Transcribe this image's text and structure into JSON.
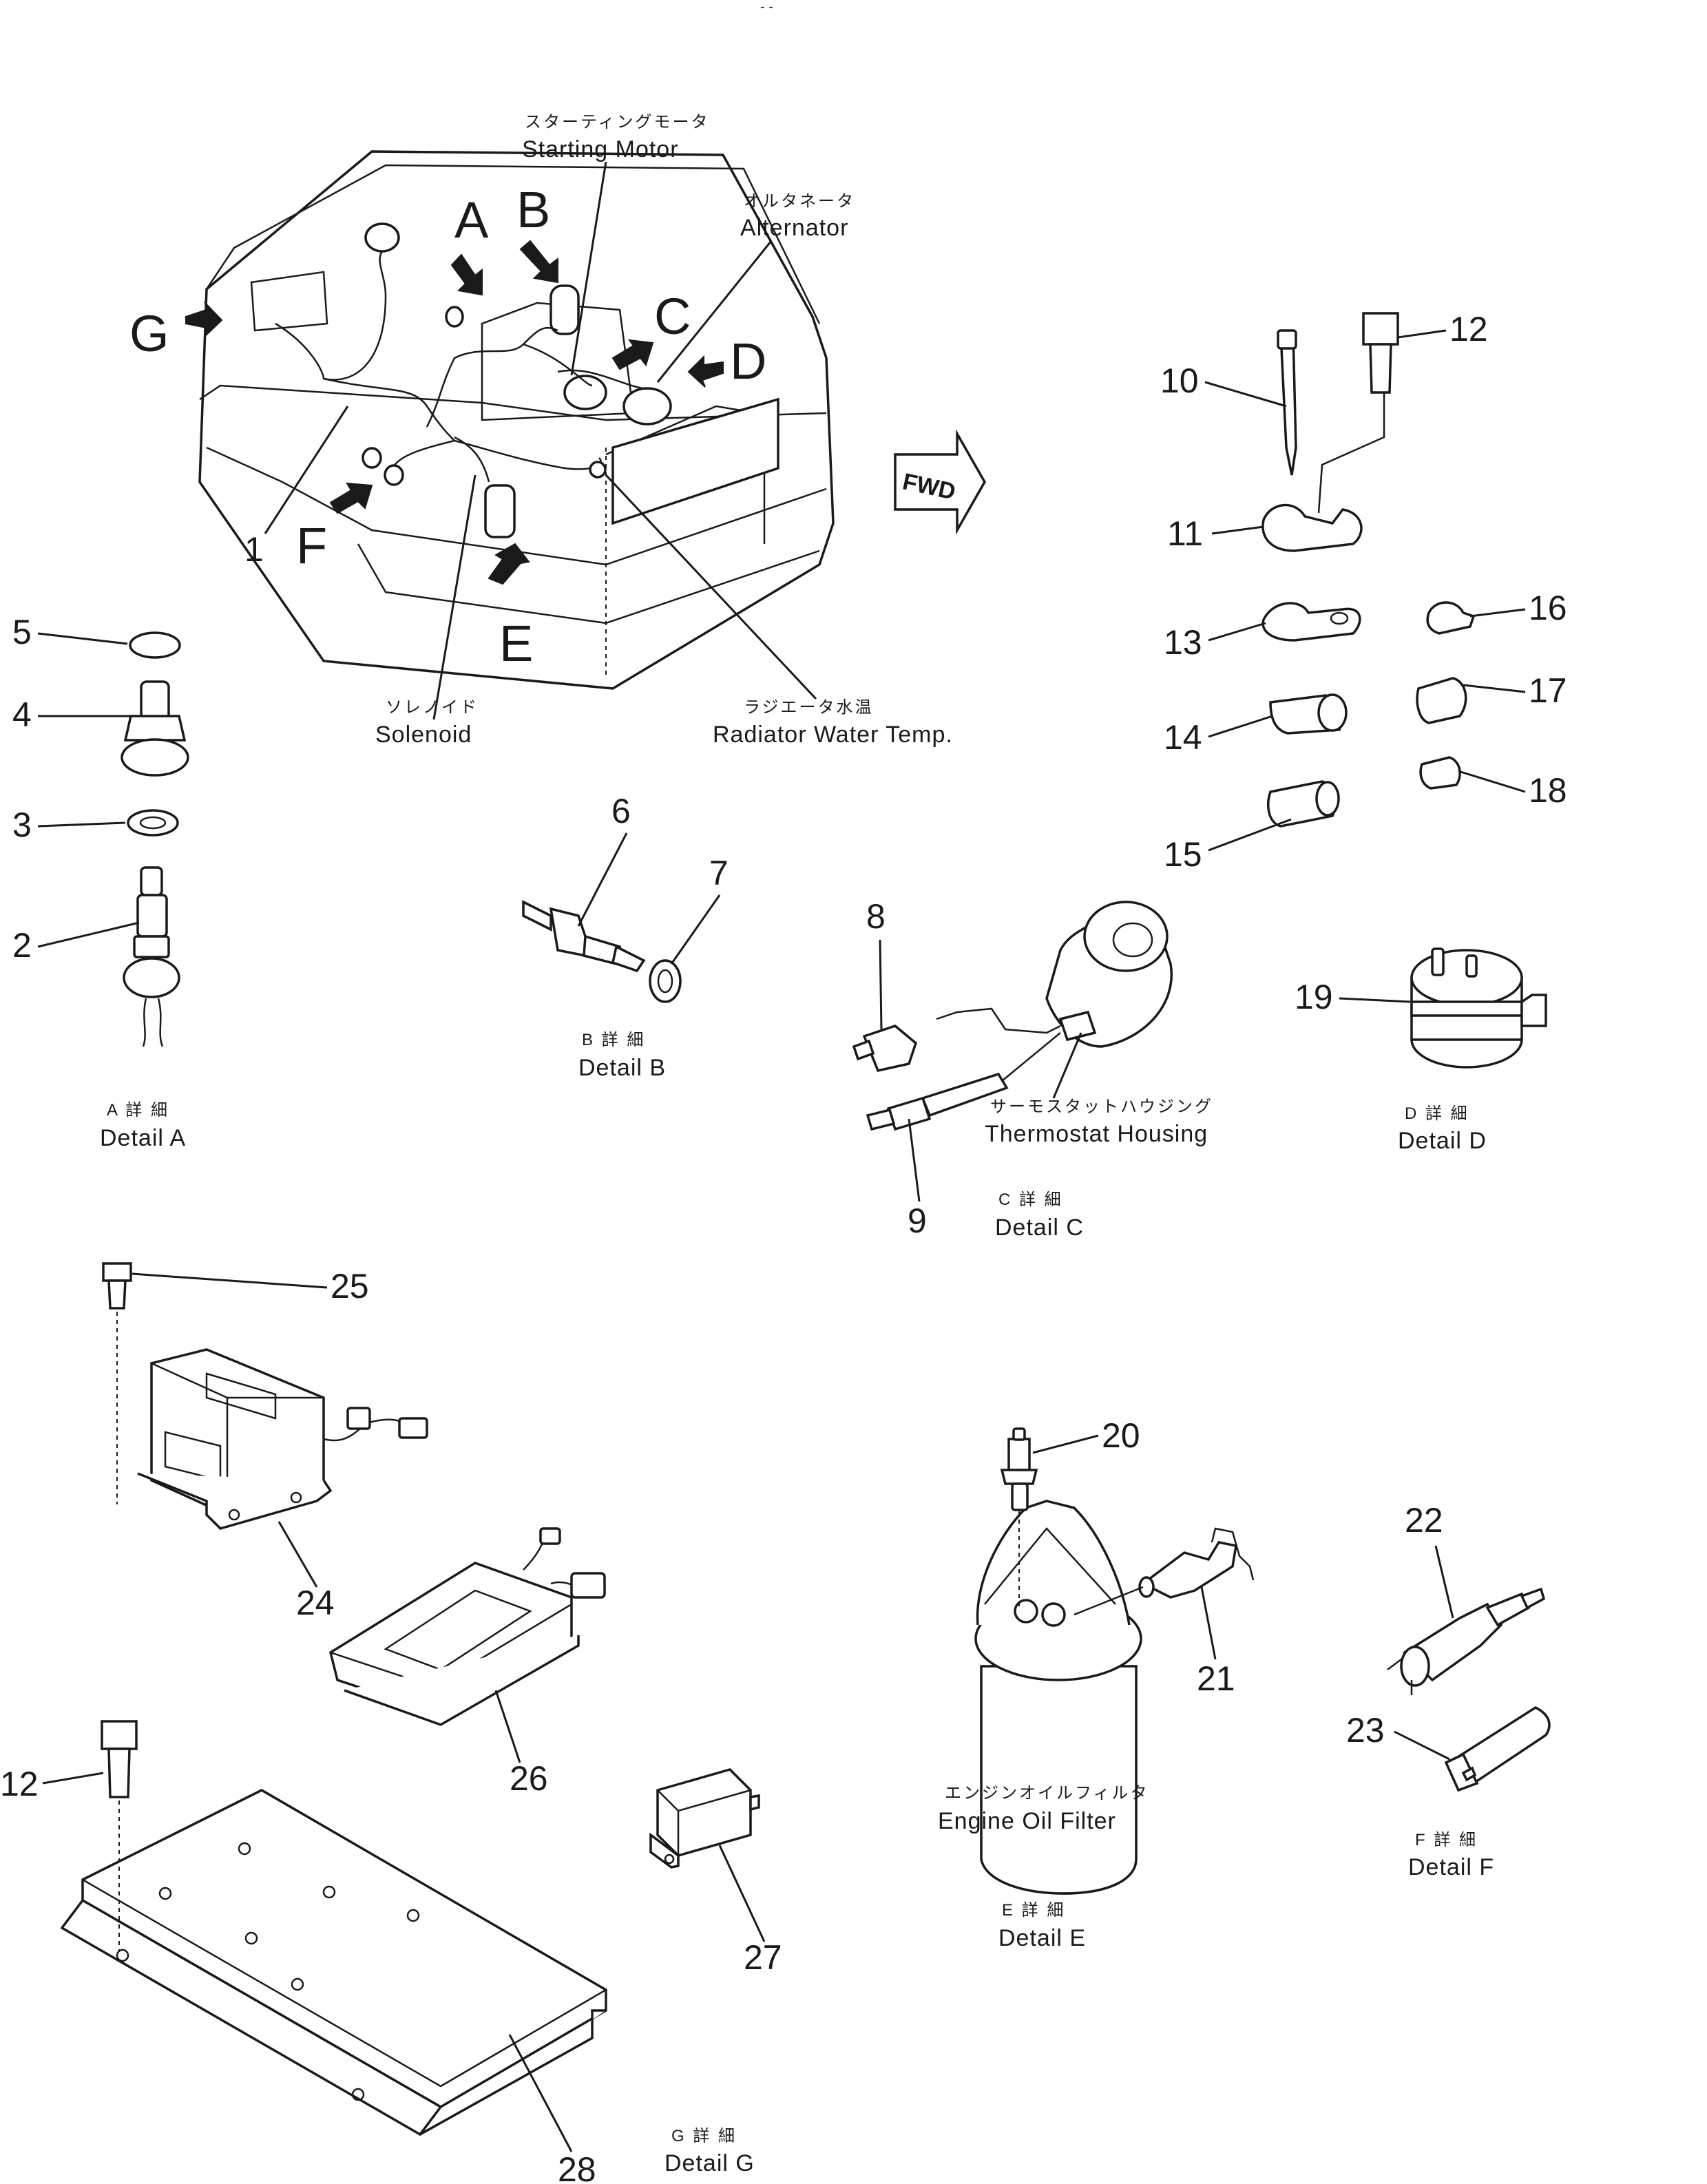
{
  "header_mark": "- -",
  "fwd_label": "FWD",
  "callouts": [
    "1",
    "2",
    "3",
    "4",
    "5",
    "6",
    "7",
    "8",
    "9",
    "10",
    "11",
    "12",
    "13",
    "14",
    "15",
    "16",
    "17",
    "18",
    "19",
    "20",
    "21",
    "22",
    "23",
    "24",
    "25",
    "26",
    "27",
    "28"
  ],
  "second_12": "12",
  "view_letters": {
    "A": "A",
    "B": "B",
    "C": "C",
    "D": "D",
    "E": "E",
    "F": "F",
    "G": "G"
  },
  "components": {
    "starting_motor": {
      "jp": "スターティングモータ",
      "en": "Starting Motor"
    },
    "alternator": {
      "jp": "オルタネータ",
      "en": "Alternator"
    },
    "solenoid": {
      "jp": "ソレノイド",
      "en": "Solenoid"
    },
    "radiator_water_temp": {
      "jp": "ラジエータ水温",
      "en": "Radiator Water Temp."
    },
    "thermostat_housing": {
      "jp": "サーモスタットハウジング",
      "en": "Thermostat Housing"
    },
    "engine_oil_filter": {
      "jp": "エンジンオイルフィルタ",
      "en": "Engine Oil Filter"
    }
  },
  "details": {
    "A": {
      "jp": "A 詳 細",
      "en": "Detail A"
    },
    "B": {
      "jp": "B 詳 細",
      "en": "Detail B"
    },
    "C": {
      "jp": "C 詳 細",
      "en": "Detail C"
    },
    "D": {
      "jp": "D 詳 細",
      "en": "Detail D"
    },
    "E": {
      "jp": "E 詳 細",
      "en": "Detail E"
    },
    "F": {
      "jp": "F 詳 細",
      "en": "Detail F"
    },
    "G": {
      "jp": "G 詳 細",
      "en": "Detail G"
    }
  }
}
